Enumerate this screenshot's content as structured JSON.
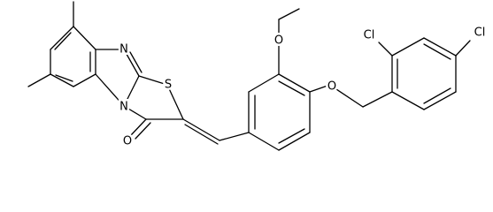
{
  "molecule": {
    "atom_labels": {
      "n_imine": "N",
      "n_bridge": "N",
      "s_ring": "S",
      "o_carbonyl": "O",
      "o_methoxy": "O",
      "o_ether": "O",
      "cl_ortho": "Cl",
      "cl_para": "Cl"
    }
  },
  "colors": {
    "bond": "#000000",
    "label": "#000000",
    "background": "#ffffff"
  }
}
